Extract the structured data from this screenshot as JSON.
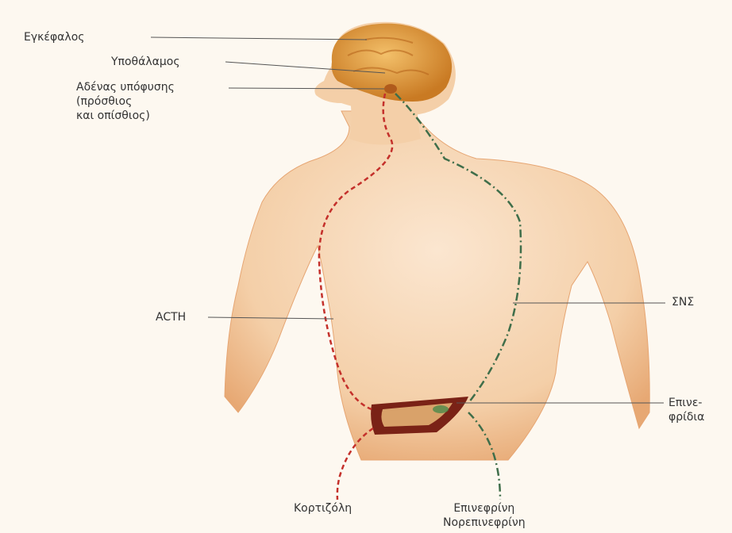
{
  "labels": {
    "brain": "Εγκέφαλος",
    "hypothalamus": "Υποθάλαμος",
    "pituitary": "Αδένας υπόφυσης\n(πρόσθιος\nκαι οπίσθιος)",
    "acth": "ACTH",
    "sns": "ΣΝΣ",
    "adrenal": "Επινε-\nφρίδια",
    "cortisol": "Κορτιζόλη",
    "catecholamines": "Επινεφρίνη\nΝορεπινεφρίνη"
  },
  "colors": {
    "background": "#fdf8f0",
    "skin": "#f2c49b",
    "skin_edge": "#e1a06a",
    "brain": "#d98a2f",
    "hormone_pathway": "#c4302b",
    "nerve_pathway": "#3f6e4a",
    "adrenal_outer": "#7a2216",
    "adrenal_inner": "#d9a26a"
  },
  "legend_semantics": {
    "red_dashed": "ACTH",
    "green_dash_dot": "ΣΝΣ"
  }
}
